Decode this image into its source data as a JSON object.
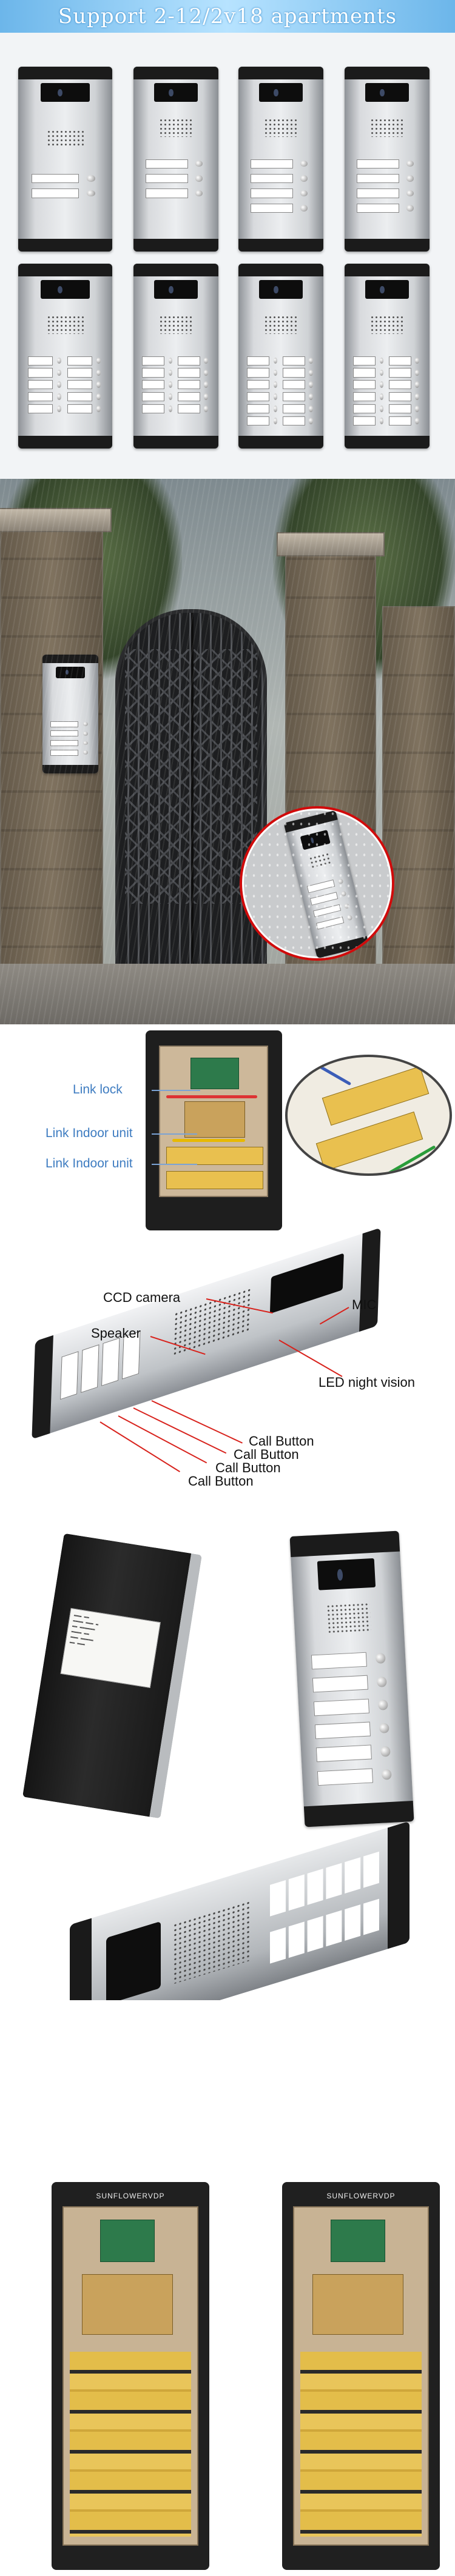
{
  "banner": {
    "text": "Support 2-12/2v18 apartments"
  },
  "section3": {
    "labels": {
      "link_lock": "Link lock",
      "link_indoor_1": "Link Indoor unit",
      "link_indoor_2": "Link Indoor unit",
      "ccd": "CCD camera",
      "mic": "MIC",
      "speaker": "Speaker",
      "led": "LED night vision",
      "call_1": "Call Button",
      "call_2": "Call Button",
      "call_3": "Call Button",
      "call_4": "Call Button"
    }
  },
  "section5": {
    "brand_left": "SUNFLOWERVDP",
    "brand_right": "SUNFLOWERVDP"
  },
  "colors": {
    "banner": "#8ecdf5",
    "label_blue": "#3e7cc1",
    "callout_line": "#d8221c",
    "circle_border": "#d10b0b"
  }
}
